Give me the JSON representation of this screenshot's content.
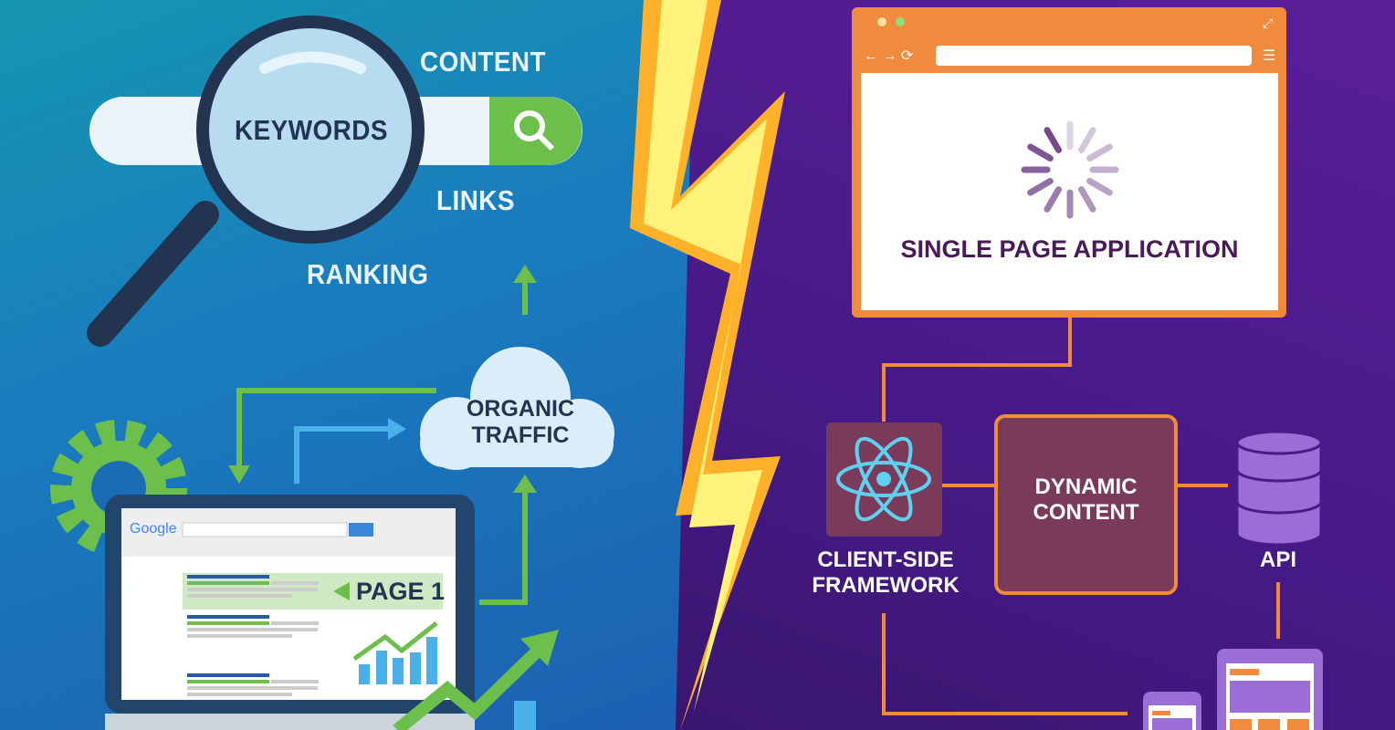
{
  "seo": {
    "search_keyword": "KEYWORDS",
    "labels": {
      "content": "CONTENT",
      "links": "LINKS",
      "ranking": "RANKING"
    },
    "cloud_label_1": "ORGANIC",
    "cloud_label_2": "TRAFFIC",
    "serp": {
      "logo": "Google",
      "badge": "PAGE 1"
    }
  },
  "spa": {
    "app_title": "SINGLE PAGE APPLICATION",
    "framework_1": "CLIENT-SIDE",
    "framework_2": "FRAMEWORK",
    "dynamic_1": "DYNAMIC",
    "dynamic_2": "CONTENT",
    "api": "API"
  },
  "colors": {
    "seo_blue": "#1a7bbf",
    "spa_purple": "#4a1a88",
    "orange": "#f08a3c",
    "green": "#6cbf4a",
    "bolt": "#ffe23a"
  }
}
